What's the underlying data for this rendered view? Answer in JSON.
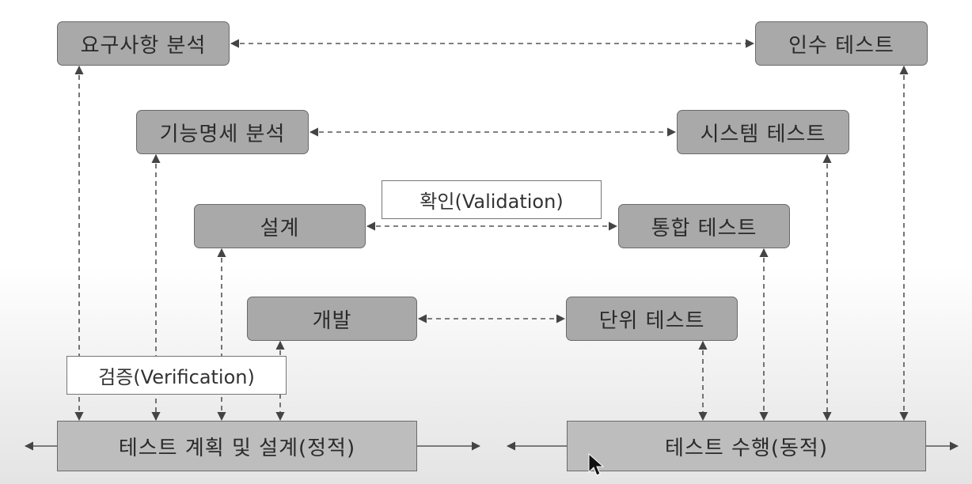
{
  "left_column": {
    "requirements": "요구사항 분석",
    "functional_spec": "기능명세 분석",
    "design": "설계",
    "development": "개발"
  },
  "right_column": {
    "acceptance_test": "인수 테스트",
    "system_test": "시스템 테스트",
    "integration_test": "통합 테스트",
    "unit_test": "단위 테스트"
  },
  "labels": {
    "validation": "확인(Validation)",
    "verification": "검증(Verification)"
  },
  "bottom": {
    "static": "테스트 계획 및 설계(정적)",
    "dynamic": "테스트 수행(동적)"
  },
  "colors": {
    "box_fill": "#a9a9a9",
    "base_fill": "#bdbdbd",
    "line": "#555555"
  }
}
